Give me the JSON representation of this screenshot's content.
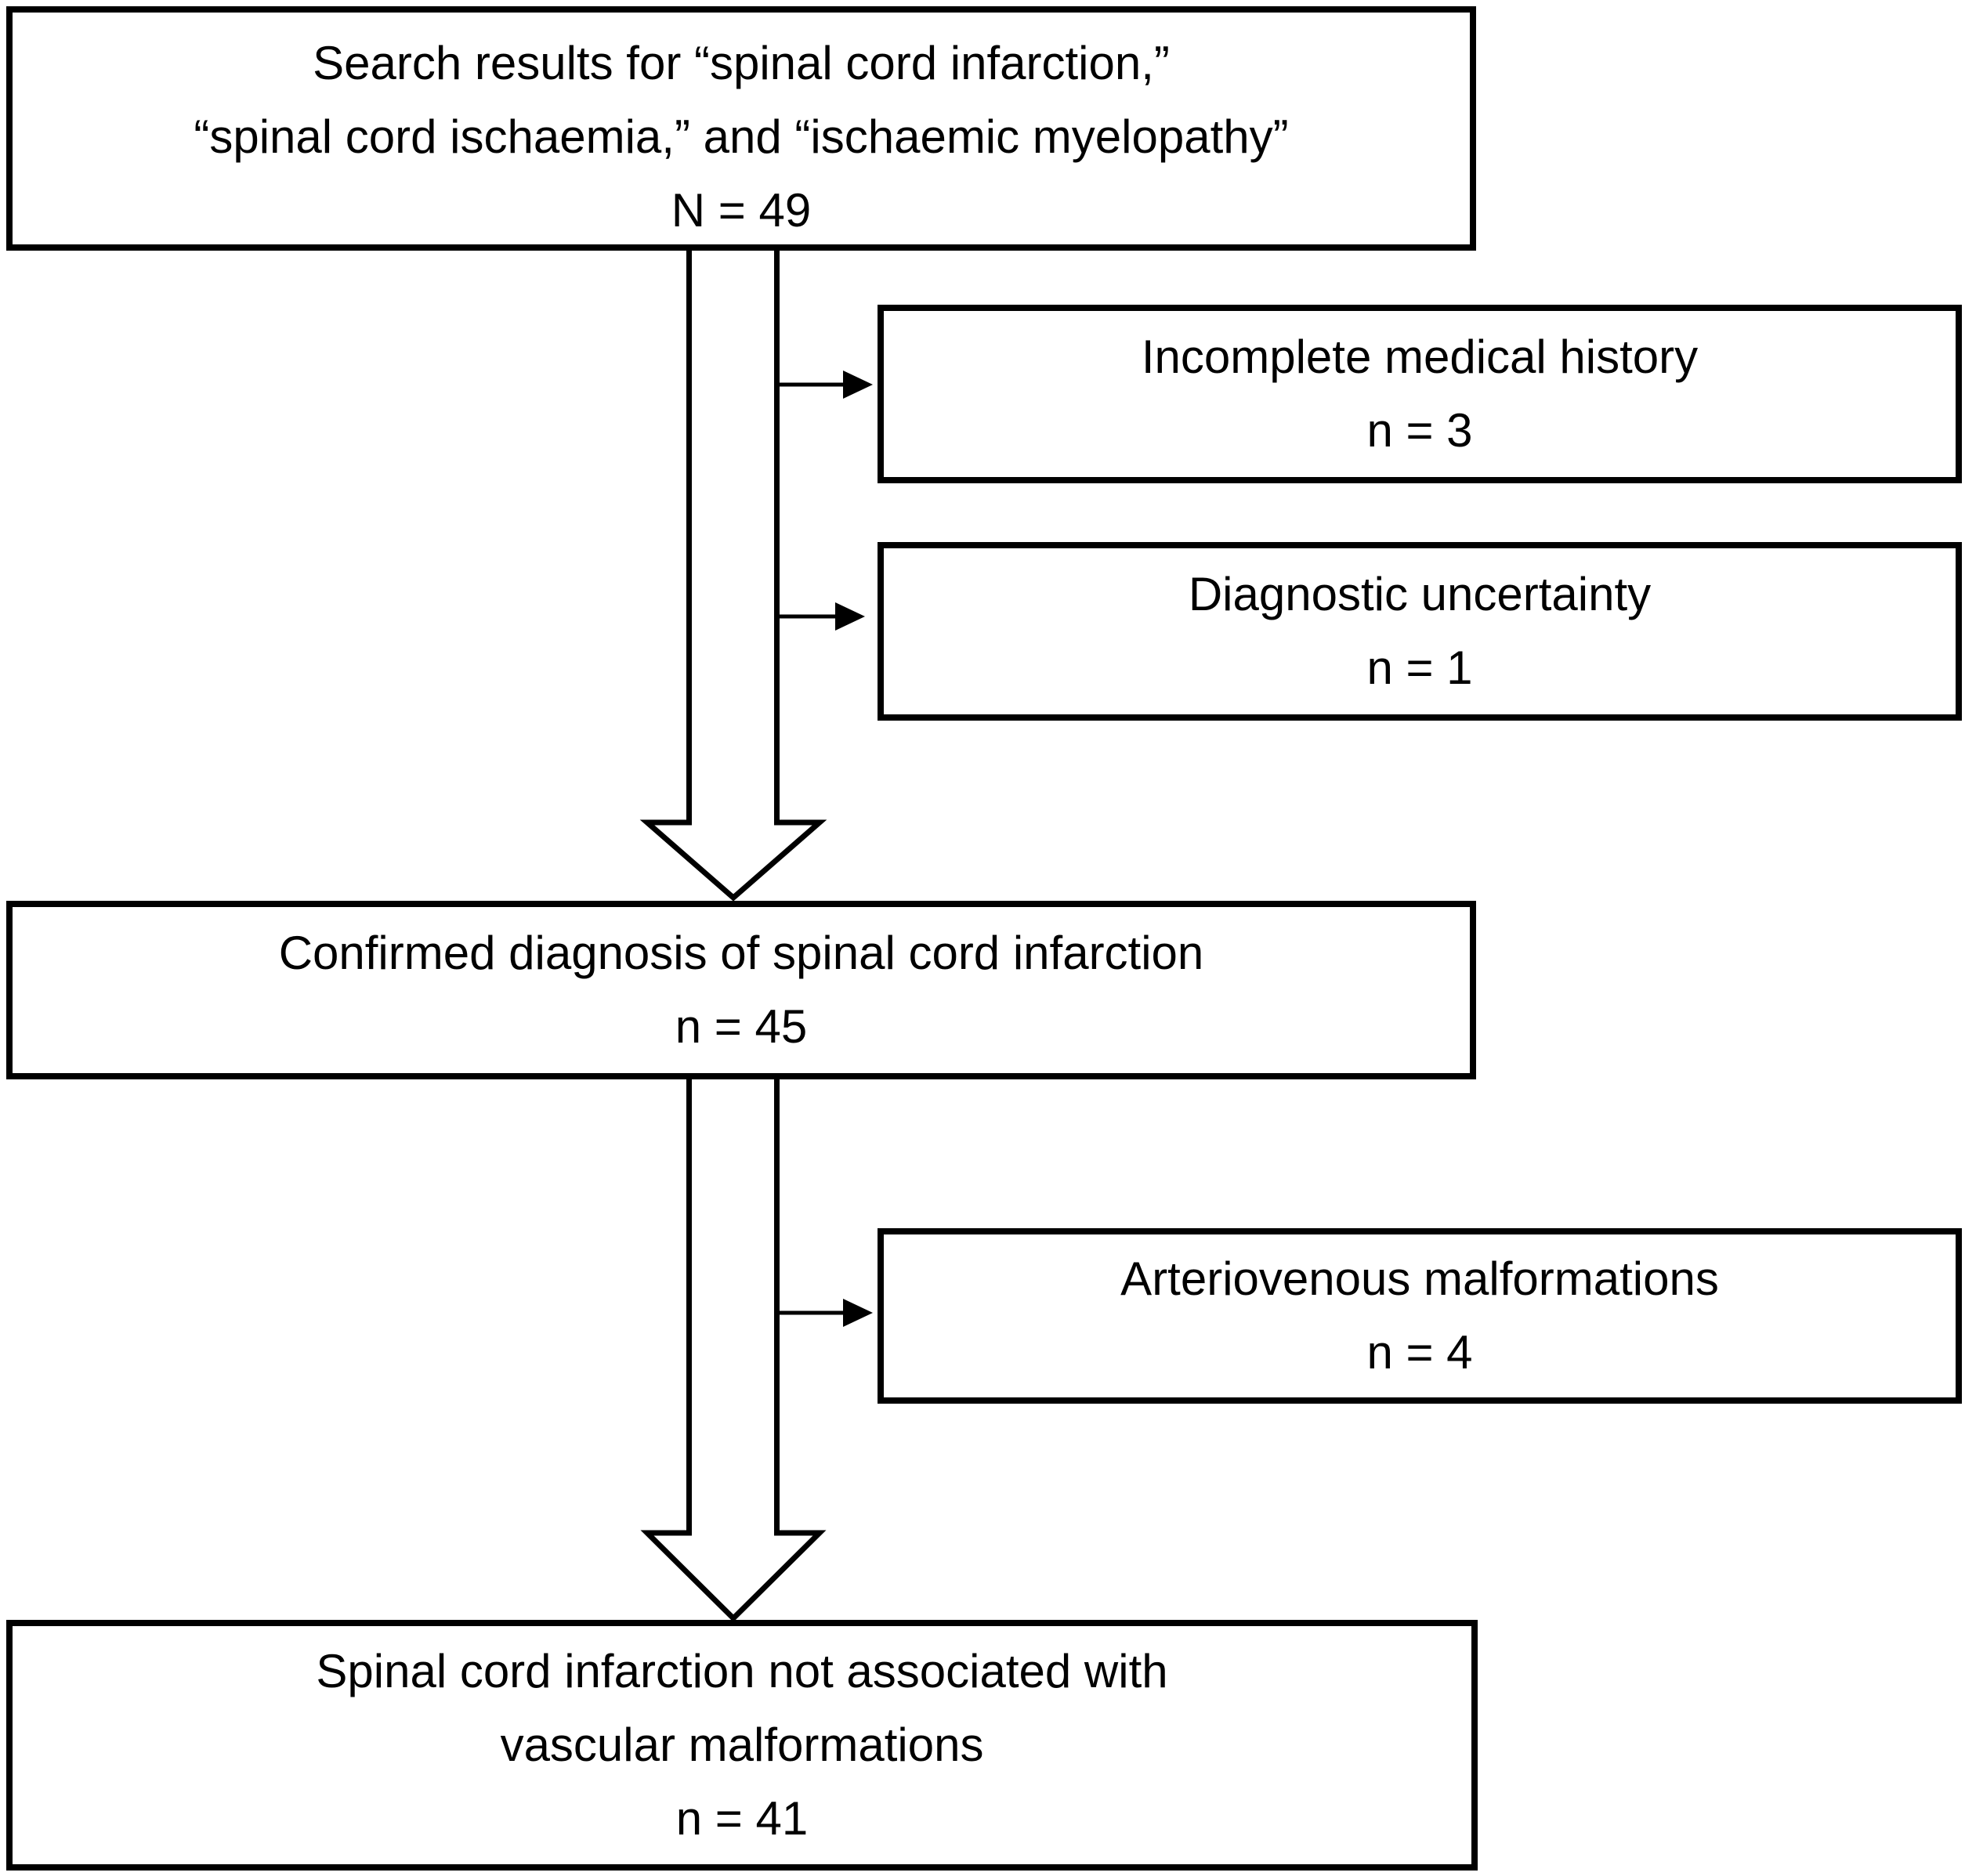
{
  "figure": {
    "background_color": "#ffffff",
    "line_color": "#000000",
    "boxes": {
      "search_results": {
        "line1": "Search results for “spinal cord infarction,”",
        "line2": "“spinal cord ischaemia,” and “ischaemic myelopathy”",
        "count": "N = 49"
      },
      "incomplete_history": {
        "line1": "Incomplete medical history",
        "count": "n = 3"
      },
      "diagnostic_uncertainty": {
        "line1": "Diagnostic uncertainty",
        "count": "n = 1"
      },
      "confirmed_diagnosis": {
        "line1": "Confirmed diagnosis of spinal cord infarction",
        "count": "n = 45"
      },
      "arteriovenous_malformations": {
        "line1": "Arteriovenous malformations",
        "count": "n = 4"
      },
      "not_associated": {
        "line1": "Spinal cord infarction not associated with",
        "line2": "vascular malformations",
        "count": "n = 41"
      }
    }
  }
}
